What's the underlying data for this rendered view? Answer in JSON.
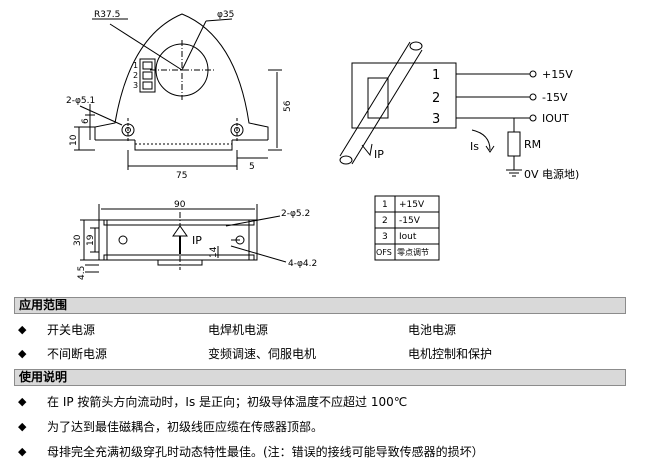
{
  "drawing": {
    "dim_r375": "R37.5",
    "dim_d35": "φ35",
    "pin_numbers": [
      "1",
      "2",
      "3"
    ],
    "dim_2_d51": "2-φ5.1",
    "dim_56": "56",
    "dim_6": "6",
    "dim_10": "10",
    "dim_75": "75",
    "dim_5": "5",
    "dim_90": "90",
    "dim_2_d52": "2-φ5.2",
    "dim_30": "30",
    "dim_19": "19",
    "dim_14": "14",
    "dim_45": "4.5",
    "dim_4_d42": "4-φ4.2",
    "ip_arrow_label": "IP",
    "connection_labels": [
      "+15V",
      "-15V",
      "IOUT"
    ],
    "ip_label": "IP",
    "is_label": "Is",
    "rm_label": "RM",
    "ground_label": "0V 电源地)",
    "pin_table": [
      [
        "1",
        "+15V"
      ],
      [
        "2",
        "-15V"
      ],
      [
        "3",
        "Iout"
      ],
      [
        "OFS",
        "零点调节"
      ]
    ]
  },
  "applications": {
    "title": "应用范围",
    "rows": [
      [
        "开关电源",
        "电焊机电源",
        "电池电源"
      ],
      [
        "不间断电源",
        "变频调速、伺服电机",
        "电机控制和保护"
      ]
    ]
  },
  "usage": {
    "title": "使用说明",
    "items": [
      "在 IP 按箭头方向流动时，Is 是正向；初级导体温度不应超过 100℃",
      "为了达到最佳磁耦合，初级线匝应缆在传感器顶部。",
      "母排完全充满初级穿孔时动态特性最佳。(注：错误的接线可能导致传感器的损坏）"
    ]
  }
}
